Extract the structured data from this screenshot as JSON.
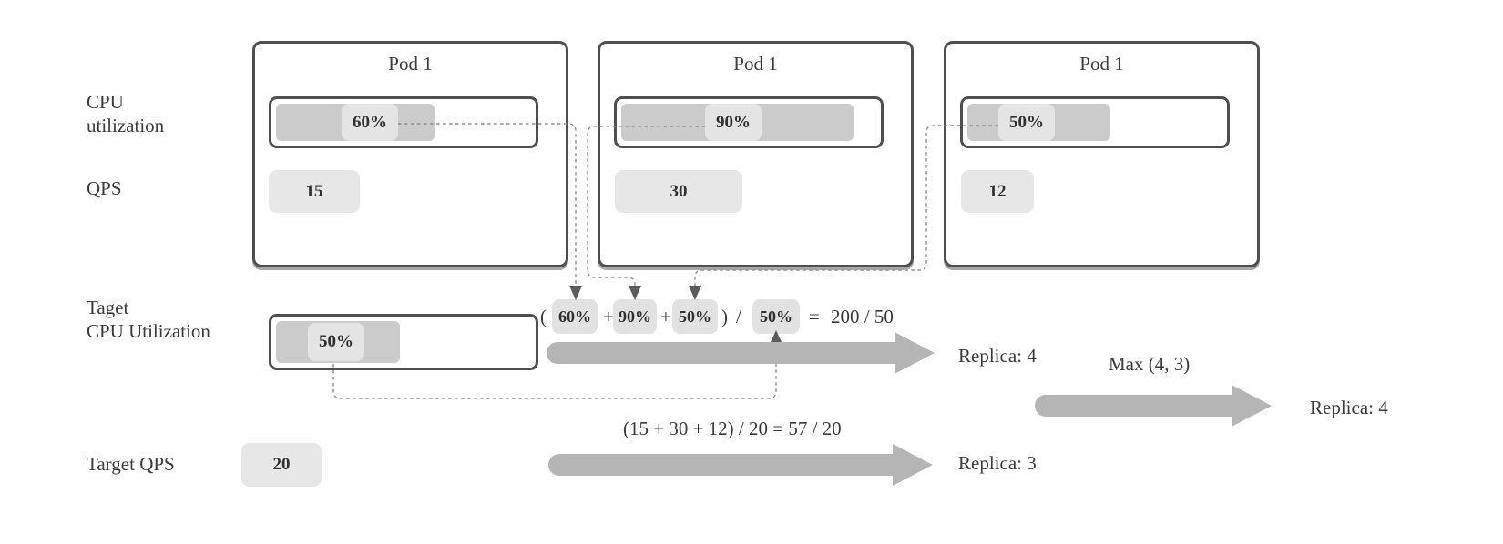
{
  "colors": {
    "border": "#4f4f4f",
    "bar_fill": "#cbcbcb",
    "chip_bg": "#e4e4e4",
    "qps_chip_bg": "#e7e7e7",
    "formula_chip_bg": "#e2e2e2",
    "big_arrow": "#b5b5b5",
    "dash_line": "#8f8f8f",
    "dash_arrowhead": "#5c5c5c",
    "text": "#3a3a3a"
  },
  "row_labels": {
    "cpu_line1": "CPU",
    "cpu_line2": "utilization",
    "qps": "QPS",
    "target_cpu_line1": "Taget",
    "target_cpu_line2": "CPU Utilization",
    "target_qps": "Target QPS"
  },
  "pods": [
    {
      "title": "Pod 1",
      "cpu_percent": "60%",
      "cpu_fill_pct": 60,
      "qps": "15"
    },
    {
      "title": "Pod 1",
      "cpu_percent": "90%",
      "cpu_fill_pct": 88,
      "qps": "30"
    },
    {
      "title": "Pod 1",
      "cpu_percent": "50%",
      "cpu_fill_pct": 54,
      "qps": "12"
    }
  ],
  "target_cpu": {
    "percent": "50%",
    "fill_pct": 47
  },
  "target_qps": {
    "value": "20"
  },
  "cpu_formula": {
    "open_paren": "(",
    "term1": "60%",
    "plus1": "+",
    "term2": "90%",
    "plus2": "+",
    "term3": "50%",
    "close_paren": ")",
    "divide": "/",
    "divisor": "50%",
    "equals": "=",
    "result": "200 / 50"
  },
  "qps_formula": {
    "text": "(15 + 30 + 12) / 20 = 57 / 20"
  },
  "outputs": {
    "cpu_replica": "Replica: 4",
    "qps_replica": "Replica: 3",
    "max_label": "Max (4, 3)",
    "final_replica": "Replica: 4"
  }
}
